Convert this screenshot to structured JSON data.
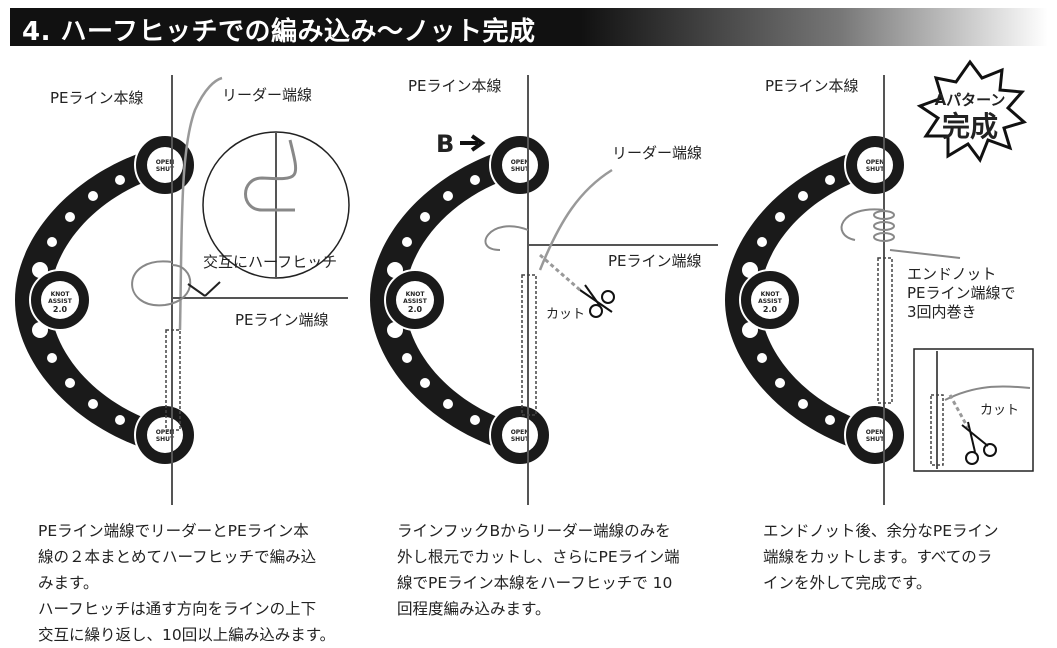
{
  "header": {
    "title": "4. ハーフヒッチでの編み込み〜ノット完成"
  },
  "tool": {
    "top_reel": [
      "OPEN",
      "SHUT"
    ],
    "mid_reel": [
      "KNOT",
      "ASSIST",
      "2.0"
    ],
    "bottom_reel": [
      "OPEN",
      "SHUT"
    ]
  },
  "panel1": {
    "pe_main": "PEライン本線",
    "leader_end": "リーダー端線",
    "alternate": "交互にハーフヒッチ",
    "pe_end": "PEライン端線",
    "text": "PEライン端線でリーダーとPEライン本\n線の２本まとめてハーフヒッチで編み込\nみます。\nハーフヒッチは通す方向をラインの上下\n交互に繰り返し、10回以上編み込みます。"
  },
  "panel2": {
    "pe_main": "PEライン本線",
    "b_label": "B",
    "leader_end": "リーダー端線",
    "pe_end": "PEライン端線",
    "cut": "カット",
    "text": "ラインフックBからリーダー端線のみを\n外し根元でカットし、さらにPEライン端\n線でPEライン本線をハーフヒッチで 10\n回程度編み込みます。"
  },
  "panel3": {
    "pe_main": "PEライン本線",
    "badge_top": "Aパターン",
    "badge_main": "完成",
    "end_knot": [
      "エンドノット",
      "PEライン端線で",
      "3回内巻き"
    ],
    "cut": "カット",
    "text": "エンドノット後、余分なPEライン\n端線をカットします。すべてのラ\nインを外して完成です。"
  },
  "colors": {
    "tool": "#1a1a1a",
    "line_main": "#555555",
    "line_leader": "#999999",
    "header": "#111111"
  }
}
